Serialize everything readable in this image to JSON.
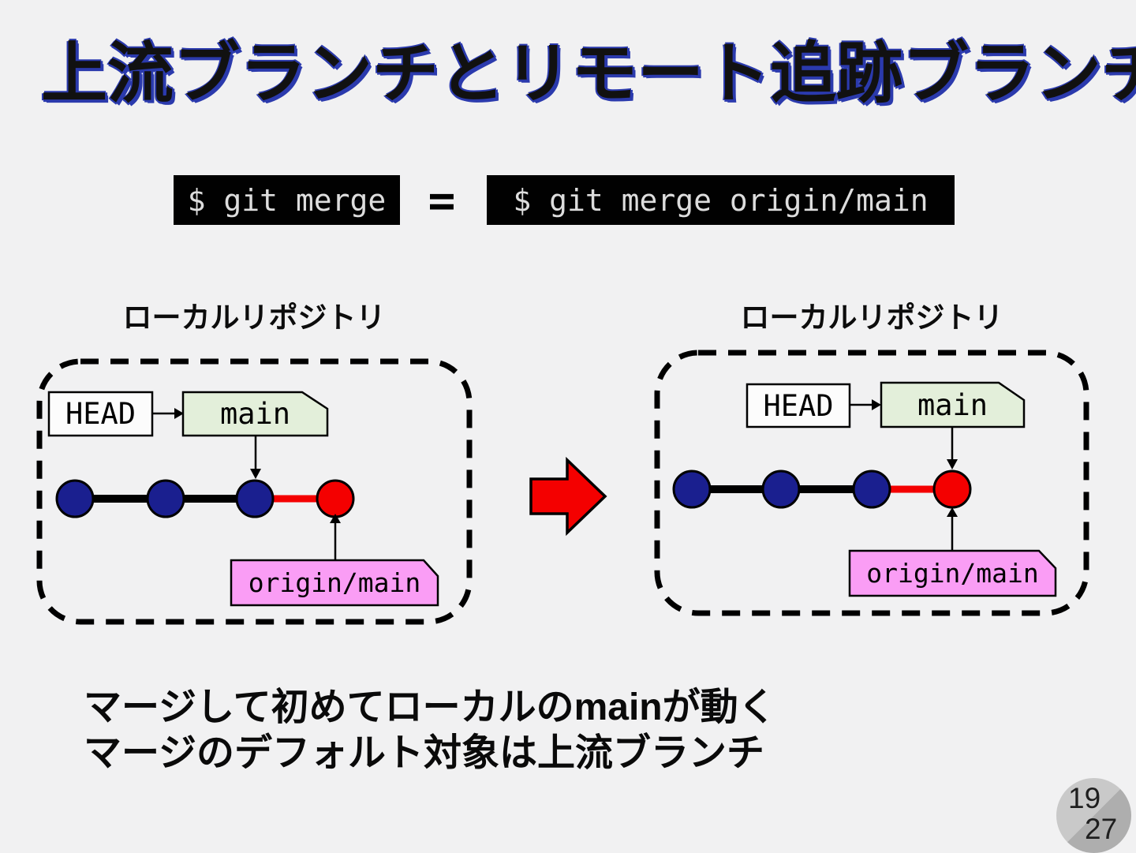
{
  "slide": {
    "title": "上流ブランチとリモート追跡ブランチ",
    "equation": {
      "left_command": "$ git merge",
      "equals_sign": "=",
      "right_command": "$ git merge origin/main"
    },
    "diagram_before": {
      "label": "ローカルリポジトリ",
      "head_label": "HEAD",
      "branch_label": "main",
      "remote_label": "origin/main",
      "commits": [
        "navy",
        "navy",
        "navy",
        "red"
      ],
      "branch_points_to_commit": 3,
      "remote_points_to_commit": 4
    },
    "diagram_after": {
      "label": "ローカルリポジトリ",
      "head_label": "HEAD",
      "branch_label": "main",
      "remote_label": "origin/main",
      "commits": [
        "navy",
        "navy",
        "navy",
        "red"
      ],
      "branch_points_to_commit": 4,
      "remote_points_to_commit": 4
    },
    "notes": [
      "マージして初めてローカルのmainが動く",
      "マージのデフォルト対象は上流ブランチ"
    ],
    "page_indicator": {
      "current": "19",
      "total": "27"
    },
    "colors": {
      "background": "#f1f1f2",
      "title_text": "#111111",
      "title_shadow": "#2b3aad",
      "terminal_bg": "#010101",
      "terminal_text": "#dddddd",
      "commit_navy": "#1a1f8f",
      "commit_red": "#f40000",
      "branch_box_green": "#e3efda",
      "remote_box_pink": "#fa9df5",
      "head_box_white": "#fcfcfc",
      "outline_black": "#000000",
      "page_circle_light": "#c9c9c9",
      "page_circle_dark": "#aeaeae"
    }
  }
}
